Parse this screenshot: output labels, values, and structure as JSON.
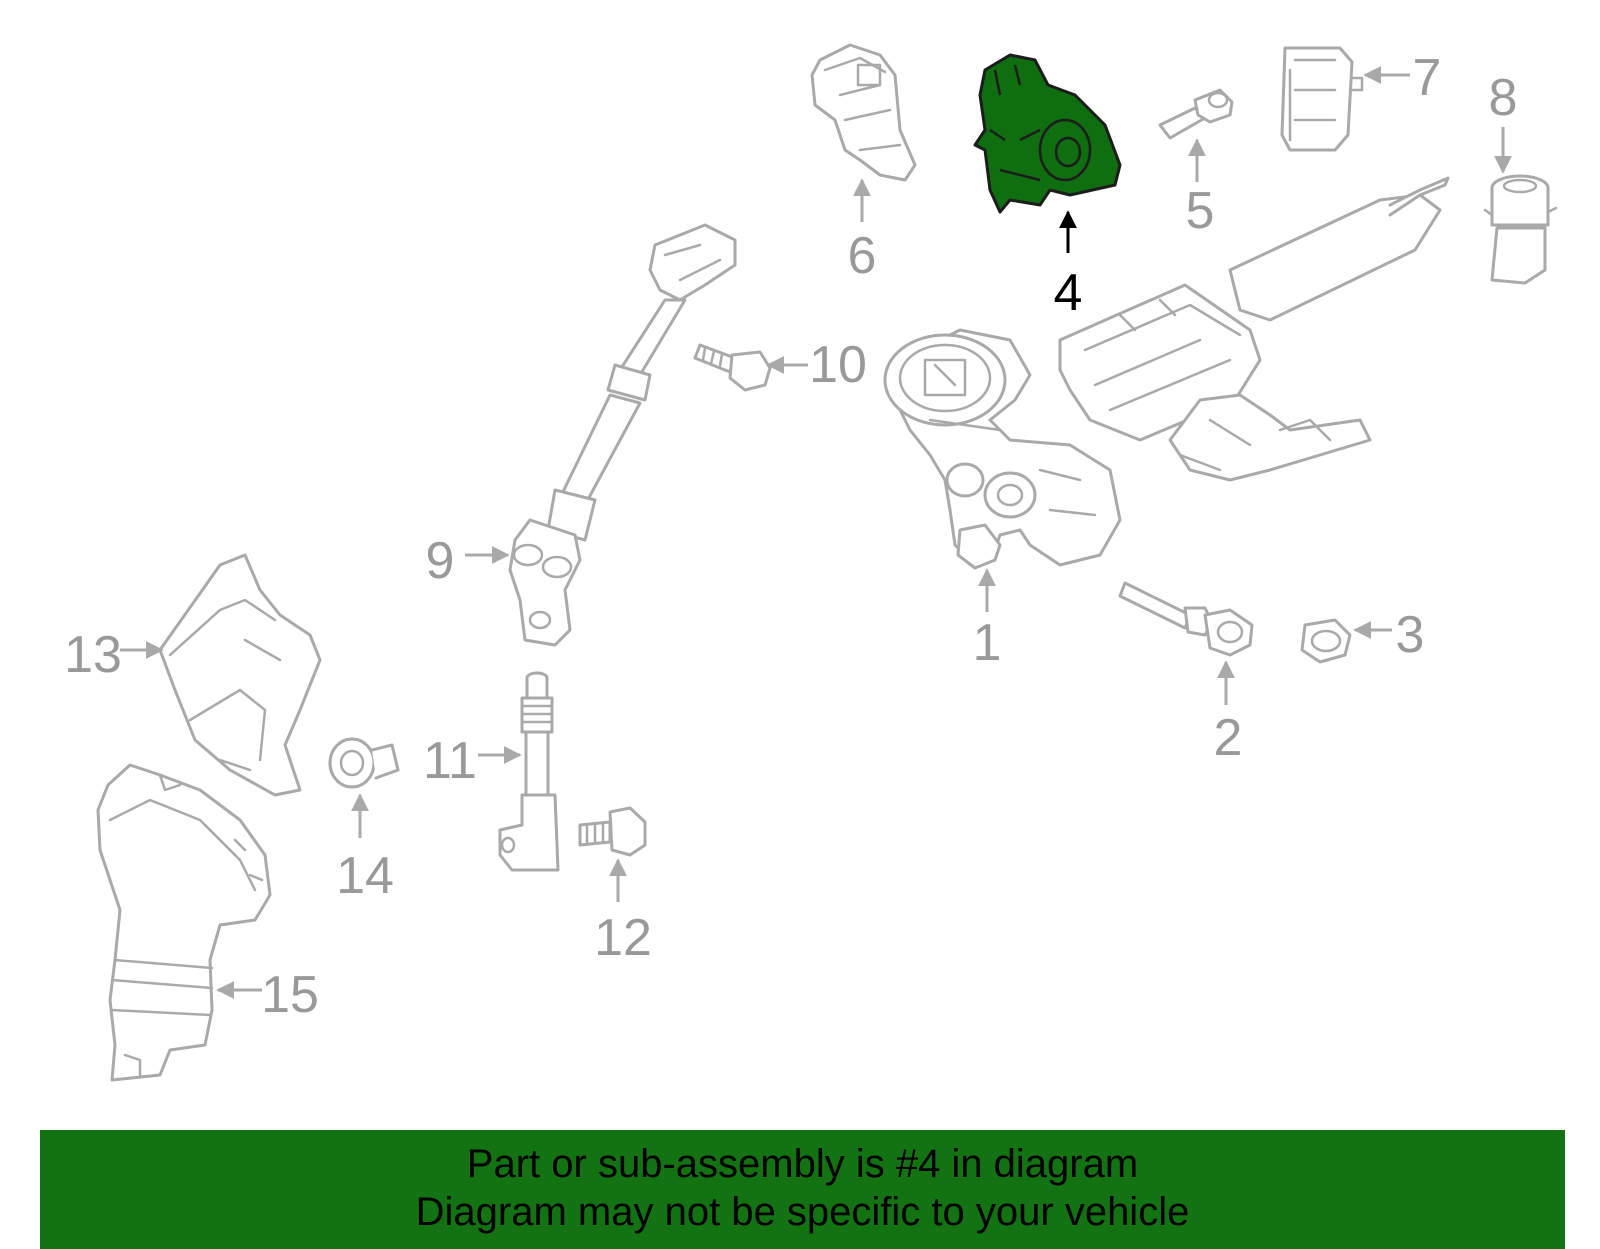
{
  "highlight_color": "#137313",
  "part_color": "#a9a9a9",
  "banner": {
    "line1": "Part or sub-assembly is #4 in diagram",
    "line2": "Diagram may not be specific to your vehicle"
  },
  "callouts": {
    "c1": "1",
    "c2": "2",
    "c3": "3",
    "c4": "4",
    "c5": "5",
    "c6": "6",
    "c7": "7",
    "c8": "8",
    "c9": "9",
    "c10": "10",
    "c11": "11",
    "c12": "12",
    "c13": "13",
    "c14": "14",
    "c15": "15"
  },
  "highlighted_part": "4"
}
